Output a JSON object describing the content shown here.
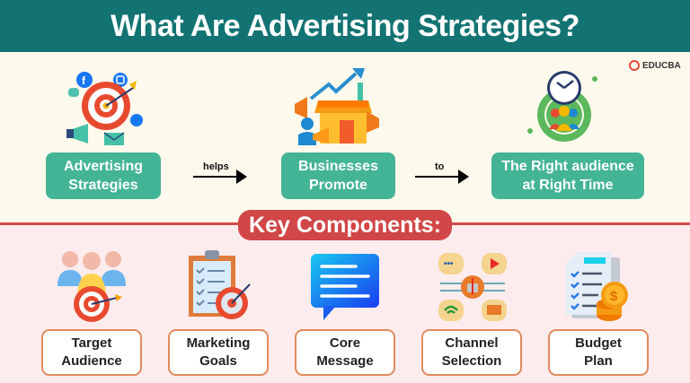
{
  "header": {
    "title": "What Are Advertising Strategies?"
  },
  "brand": {
    "name": "EDUCBA",
    "color": "#e34b3c"
  },
  "flow": {
    "steps": [
      {
        "label_line1": "Advertising",
        "label_line2": "Strategies",
        "icon": "target-social-media-icon"
      },
      {
        "label_line1": "Businesses",
        "label_line2": "Promote",
        "icon": "storefront-megaphone-icon"
      },
      {
        "label_line1": "The Right audience",
        "label_line2": "at Right Time",
        "icon": "clock-audience-icon"
      }
    ],
    "connectors": [
      {
        "label": "helps"
      },
      {
        "label": "to"
      }
    ]
  },
  "section": {
    "title": "Key Components:"
  },
  "components": [
    {
      "line1": "Target",
      "line2": "Audience",
      "icon": "audience-target-icon"
    },
    {
      "line1": "Marketing",
      "line2": "Goals",
      "icon": "clipboard-goal-icon"
    },
    {
      "line1": "Core",
      "line2": "Message",
      "icon": "message-bubble-icon"
    },
    {
      "line1": "Channel",
      "line2": "Selection",
      "icon": "channel-network-icon"
    },
    {
      "line1": "Budget",
      "line2": "Plan",
      "icon": "budget-document-coins-icon"
    }
  ],
  "colors": {
    "header_bg": "#137373",
    "green_box": "#44b496",
    "red_accent": "#d14646",
    "box_border": "#e08a5c",
    "top_bg": "#fdf9ec",
    "bottom_bg": "#fdeced"
  }
}
